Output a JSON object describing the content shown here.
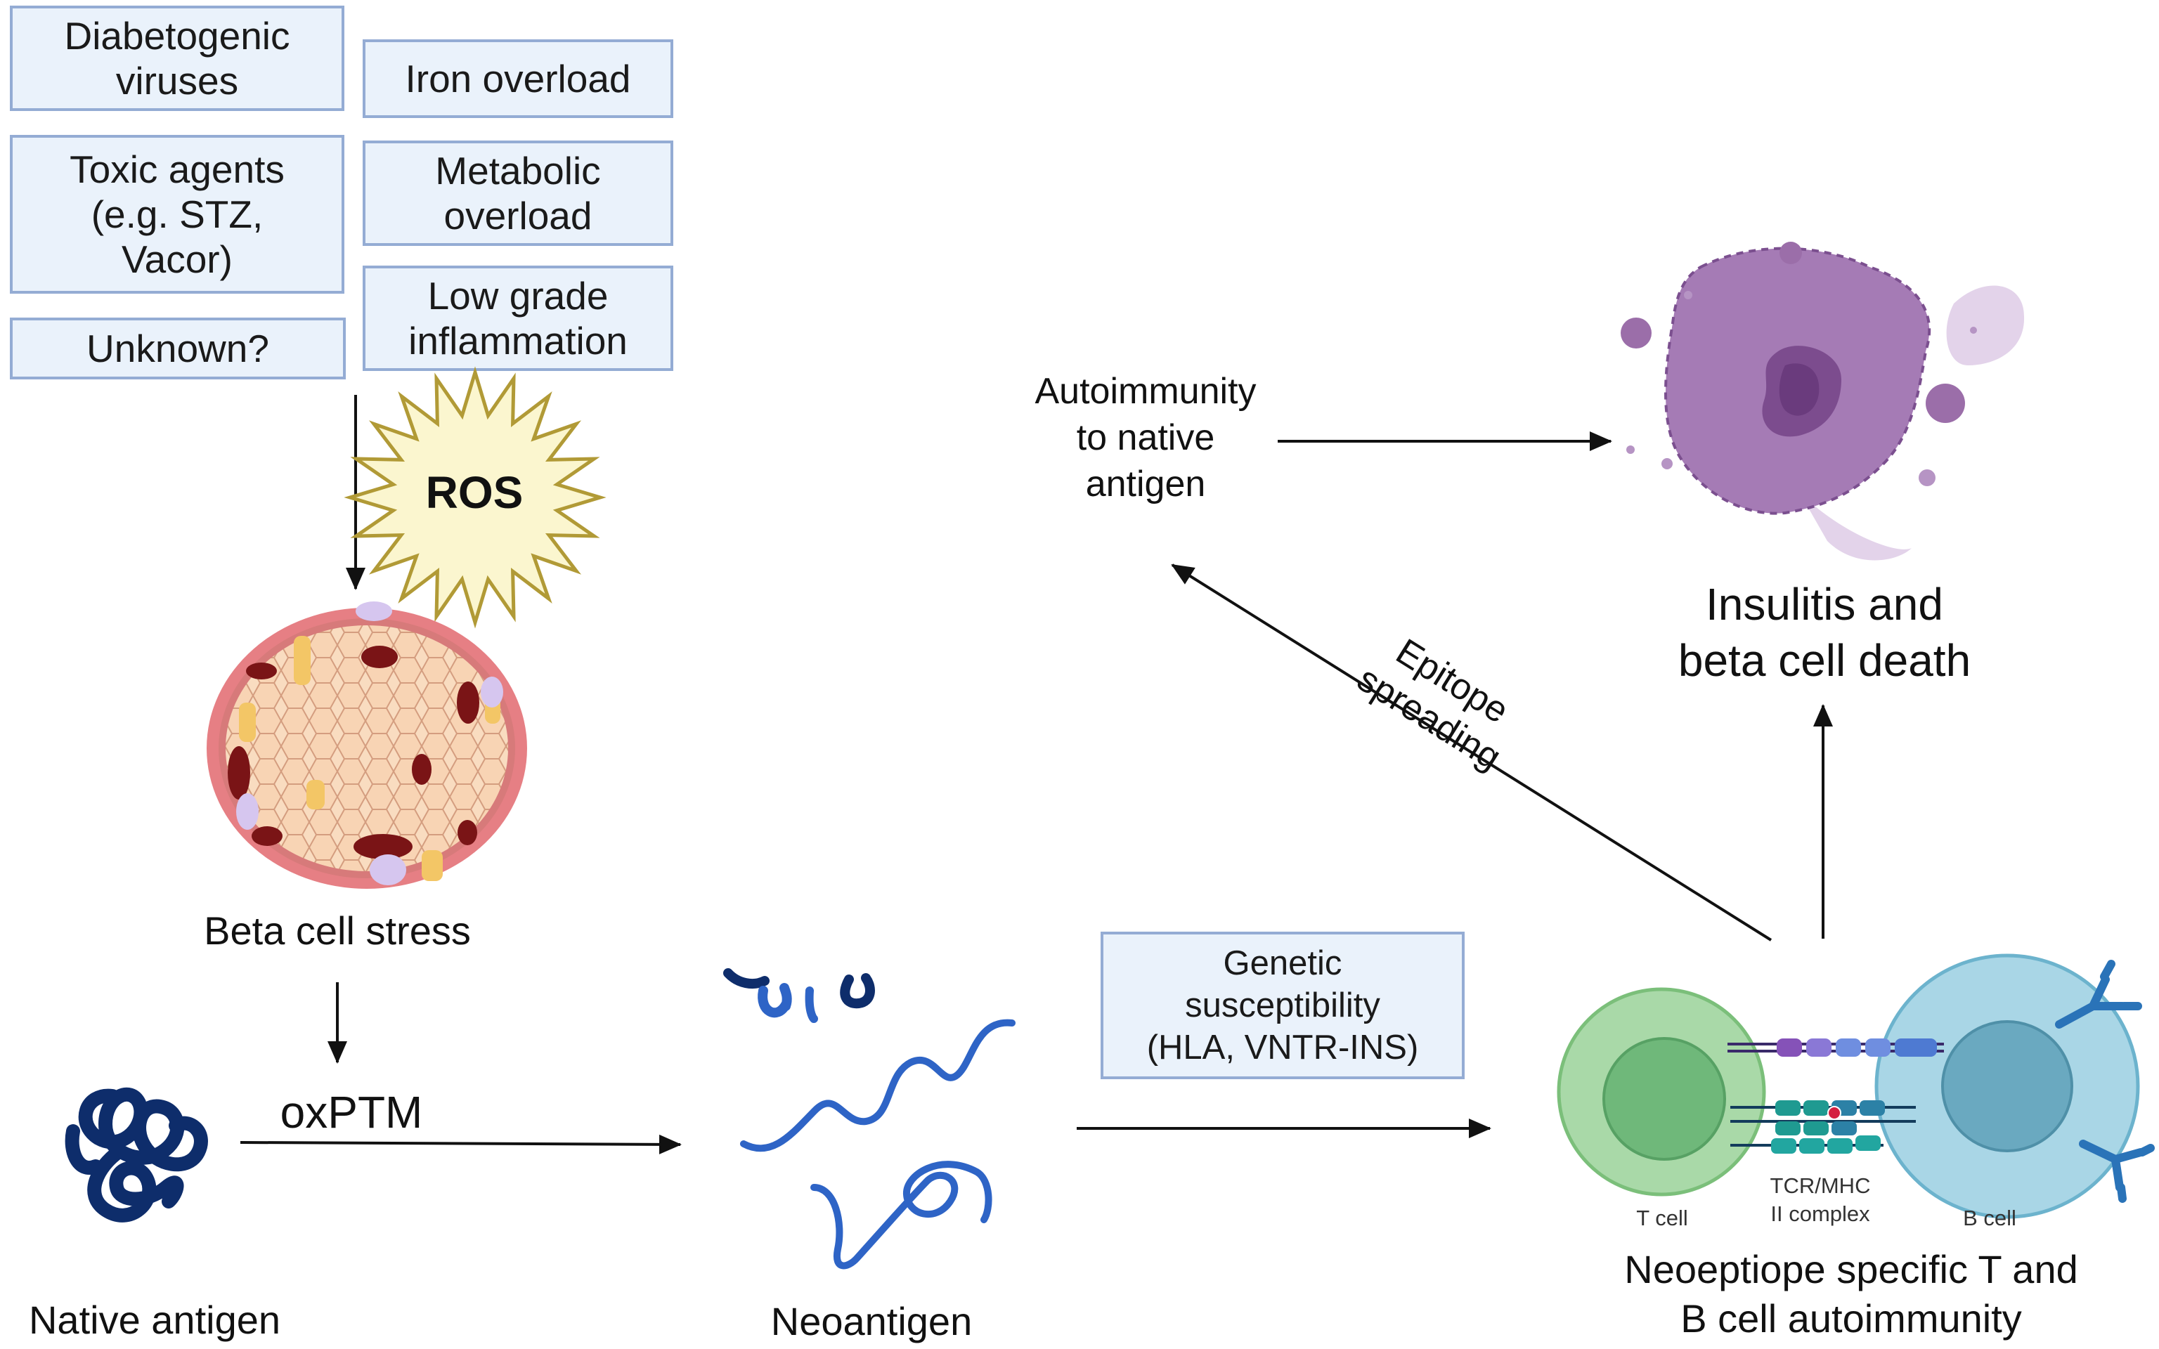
{
  "risk_factors": {
    "diabetogenic_viruses": "Diabetogenic\nviruses",
    "iron_overload": "Iron overload",
    "toxic_agents": "Toxic agents\n(e.g. STZ,\nVacor)",
    "metabolic_overload": "Metabolic\noverload",
    "unknown": "Unknown?",
    "low_grade_inflammation": "Low grade\ninflammation"
  },
  "ros": "ROS",
  "beta_cell_stress": "Beta cell stress",
  "oxptm": "oxPTM",
  "native_antigen": "Native antigen",
  "neoantigen": "Neoantigen",
  "genetic_susceptibility": "Genetic\nsusceptibility\n(HLA, VNTR-INS)",
  "t_cell": "T cell",
  "tcr_mhc": "TCR/MHC\nII complex",
  "b_cell": "B cell",
  "neoepitope_autoimmunity": "Neoeptiope specific T and\nB cell autoimmunity",
  "epitope_spreading": "Epitope\nspreading",
  "autoimmunity_native": "Autoimmunity\nto native\nantigen",
  "insulitis": "Insulitis and\nbeta cell death",
  "colors": {
    "box_fill": "#eaf2fb",
    "box_border": "#94acd4",
    "ros_fill": "#fbf6cf",
    "ros_border": "#b19a36",
    "antigen_dark": "#0e2d6b",
    "antigen_blue": "#2e64c6",
    "t_cell": "#a9d9a8",
    "b_cell": "#a9d6e6",
    "dying_cell": "#a57bb5"
  }
}
